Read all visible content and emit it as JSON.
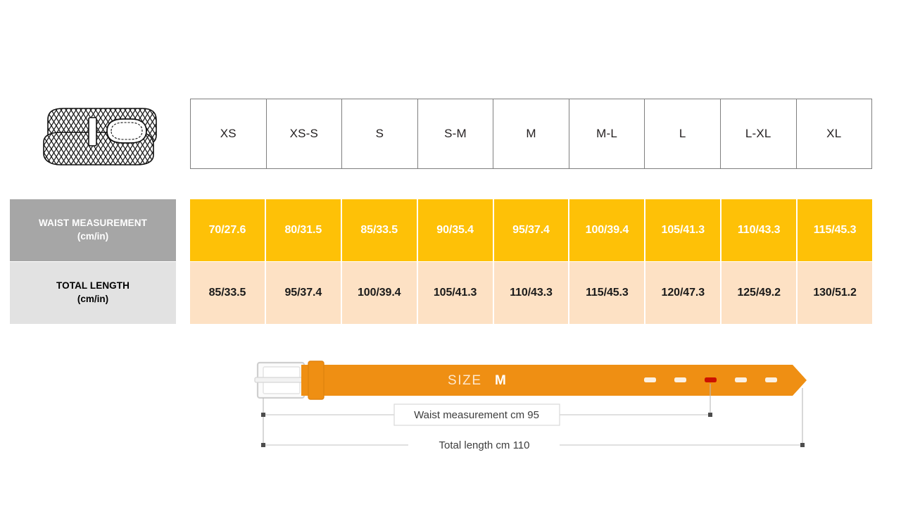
{
  "product": {
    "icon_name": "braided-belt-illustration"
  },
  "size_table": {
    "sizes": [
      "XS",
      "XS-S",
      "S",
      "S-M",
      "M",
      "M-L",
      "L",
      "L-XL",
      "XL"
    ],
    "rows": [
      {
        "label_main": "WAIST MEASUREMENT",
        "label_sub": "(cm/in)",
        "values": [
          "70/27.6",
          "80/31.5",
          "85/33.5",
          "90/35.4",
          "95/37.4",
          "100/39.4",
          "105/41.3",
          "110/43.3",
          "115/45.3"
        ]
      },
      {
        "label_main": "TOTAL LENGTH",
        "label_sub": "(cm/in)",
        "values": [
          "85/33.5",
          "95/37.4",
          "100/39.4",
          "105/41.3",
          "110/43.3",
          "115/45.3",
          "120/47.3",
          "125/49.2",
          "130/51.2"
        ]
      }
    ]
  },
  "belt_diagram": {
    "size_prefix": "SIZE",
    "size_value": "M",
    "waist_dimension_label": "Waist measurement cm 95",
    "total_dimension_label": "Total length cm 110",
    "holes_count": 5,
    "active_hole_index": 2
  },
  "colors": {
    "waist_row_bg": "#fec107",
    "waist_label_bg": "#a6a6a6",
    "length_row_bg": "#fde1c4",
    "length_label_bg": "#e2e2e2",
    "belt_orange": "#ef8f13",
    "active_hole": "#cc1100",
    "table_border": "#7f7f7f"
  }
}
